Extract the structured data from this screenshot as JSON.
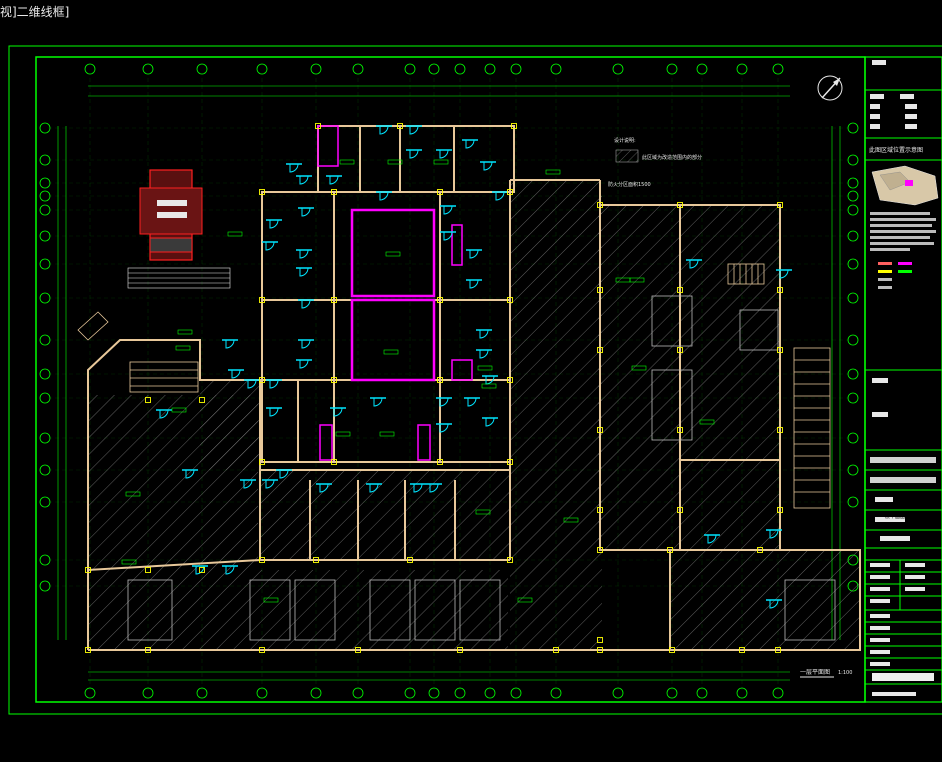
{
  "viewport_label": "视]二维线框]",
  "colors": {
    "background": "#000000",
    "frame": "#00ff00",
    "walls": "#e8c89a",
    "doors": "#00e5ff",
    "magenta": "#ff00ff",
    "hatch": "#9a9a9a",
    "yellow": "#ffff00",
    "white": "#e8e8e8",
    "red": "#ff2020"
  },
  "legend": {
    "title": "设计说明:",
    "line1": "此区域为改造范围内的部分",
    "line2": "防火分区面积1500"
  },
  "title_block": {
    "header": "",
    "key_plan_title": "此图区域位置示意图",
    "rows": [
      "",
      "",
      "",
      "",
      "",
      "",
      ""
    ],
    "company_footer": ""
  },
  "sheet_title": "一层平面图",
  "scale_label": "1:100",
  "icons": [
    "north-arrow-icon",
    "grid-bubble-icon",
    "stair-icon",
    "door-swing-icon",
    "section-mark-icon"
  ]
}
